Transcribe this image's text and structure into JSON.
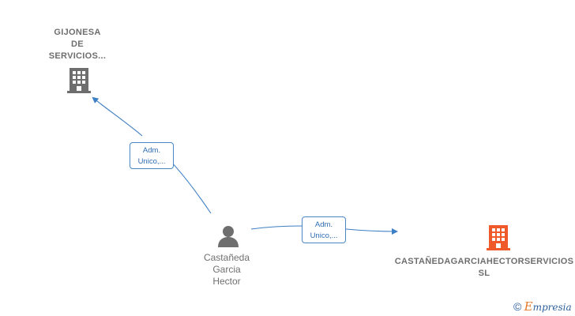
{
  "nodes": {
    "gijonesa": {
      "label": "GIJONESA\nDE\nSERVICIOS...",
      "color": "#6e6e6e",
      "icon": "building-icon"
    },
    "castaneda_person": {
      "label": "Castañeda\nGarcia\nHector",
      "color": "#6e6e6e",
      "icon": "person-icon"
    },
    "castaneda_sl": {
      "label": "CASTAÑEDAGARCIAHECTORSERVICIOS\nSL",
      "color": "#f05a2a",
      "icon": "building-icon"
    }
  },
  "edges": [
    {
      "from": "castaneda_person",
      "to": "gijonesa",
      "label": "Adm.\nUnico,..."
    },
    {
      "from": "castaneda_person",
      "to": "castaneda_sl",
      "label": "Adm.\nUnico,..."
    }
  ],
  "colors": {
    "edge": "#3d7fc4",
    "edge_label_text": "#2d6db5"
  },
  "footer": {
    "copyright_symbol": "©",
    "brand_initial": "E",
    "brand_rest": "mpresia"
  }
}
